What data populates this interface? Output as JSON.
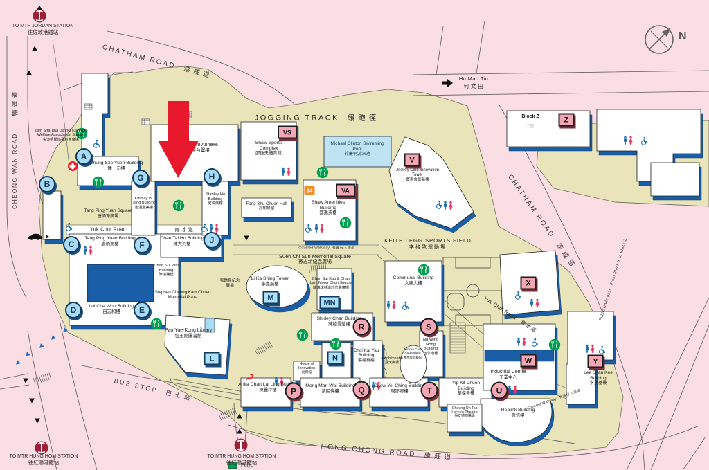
{
  "compass": {
    "n": "N"
  },
  "annotations": {
    "arrow": "location-pointer"
  },
  "legend": {
    "item1": "PolyU"
  },
  "stations": {
    "jordan": {
      "en": "TO MTR JORDAN STATION",
      "zh": "往佐敦港鐵站"
    },
    "hung_hom": {
      "en": "TO MTR HUNG HOM STATION",
      "zh": "往紅磡港鐵站"
    }
  },
  "roads": {
    "chatham": {
      "en": "CHATHAM ROAD",
      "zh": "漆咸道"
    },
    "cheong_wan": {
      "en": "CHEONG WAN ROAD",
      "zh": "暢運道"
    },
    "hong_chong": {
      "en": "HONG CHONG ROAD",
      "zh": "康莊道"
    },
    "yuk_choi": {
      "en": "Yuk Choi Road",
      "zh": "育才道"
    },
    "jogging_track": {
      "en": "JOGGING TRACK",
      "zh": "緩跑徑"
    },
    "bus_stop": {
      "en": "BUS STOP",
      "zh": "巴士站"
    },
    "ho_man_tin": {
      "en": "Ho Man Tin",
      "zh": "何 文 田"
    },
    "covered_walkway": {
      "en": "Covered Walkway",
      "zh": "有蓋行人通道"
    },
    "public_underpass": {
      "l1": "Public Underpass",
      "l2": "From Block Y to Block Z"
    }
  },
  "places": {
    "keith_legg": {
      "en": "KEITH LEGG SPORTS FIELD",
      "zh": "李格致運動場"
    },
    "tsim_sha_tsui_square": {
      "en": "Tsim Sha Tsui District Kai Fong Welfare Association Square",
      "zh": "尖沙咀街坊福利會廣場"
    },
    "tang_ping_yuan_square": {
      "en": "Tang Ping Yuan Square",
      "zh": "唐炳源廣場"
    },
    "suen_chi_sun": {
      "en": "Suen Chi Sun Memorial Square",
      "zh": "孫志新紀念廣場"
    },
    "chan_sui_kau": {
      "l1": "Chan Sui Kau & Chan",
      "l2": "Lam Moon Chun Square",
      "zh": "陳瑞球林滿珍伉儷廣場"
    },
    "stephen_cheong": {
      "en": "Stephen Cheong Kam Chuen Memorial Plaza",
      "zh": "張鑑泉紀念廣場"
    },
    "amphitheatre": {
      "en": "Amphitheatre",
      "zh": "露天廣場"
    }
  },
  "buildings": {
    "gh_podium": {
      "en": "GH Podium Annexe",
      "zh": "GH 平台翼樓"
    },
    "chung_sze_yuen": {
      "en": "Chung Sze Yuen Building",
      "zh": "鍾士元樓"
    },
    "kinmay_w_tang": {
      "en": "Kinmay W. Tang Building",
      "zh": "唐溫金美樓"
    },
    "stanley_ho": {
      "en": "Stanley Ho Building",
      "zh": "何鴻燊樓"
    },
    "tang_ping_yuan": {
      "en": "Tang Ping Yuan Building",
      "zh": "唐炳源樓"
    },
    "chan_tai_ho": {
      "en": "Chan Tai Ho Building",
      "zh": "陳大河樓"
    },
    "chan_sui_wai": {
      "en": "Chan Sui Wai Building",
      "zh": "陳瑞槐樓"
    },
    "lui_che_woo": {
      "en": "Lui Che Woo Building",
      "zh": "呂志和樓"
    },
    "shaw_sports": {
      "en": "Shaw Sports Complex",
      "zh": "邵逸夫體育館"
    },
    "michael_clinton": {
      "en": "Michael Clinton Swimming Pool",
      "zh": "祁廉桐游泳池"
    },
    "fong_shu_chuen": {
      "en": "Fong Shu Chuen Hall",
      "zh": "方樹泉堂"
    },
    "shaw_amenities": {
      "en": "Shaw Amenities Building",
      "zh": "邵逸夫樓"
    },
    "jockey_club_innovation": {
      "en": "Jockey Club Innovation Tower",
      "zh": "賽馬會創新樓"
    },
    "block_z": {
      "en": "Block Z",
      "zh": "Z座"
    },
    "communal": {
      "en": "Communal Building",
      "zh": "文康大樓"
    },
    "li_ka_shing": {
      "en": "Li Ka Shing Tower",
      "zh": "李嘉誠樓"
    },
    "shirley_chan": {
      "en": "Shirley Chan Building",
      "zh": "陳鮑雪瑩樓"
    },
    "choi_kai_yau": {
      "en": "Choi Kai Yau Building",
      "zh": "蔡繼有樓"
    },
    "house_of_innovation": {
      "en": "House of Innovation",
      "zh": "創新館"
    },
    "jockey_club_auditorium": {
      "en": "Jockey Club Auditorium",
      "zh": "賽馬會綜藝館"
    },
    "ng_wing_hong": {
      "en": "Ng Wing Hong Building",
      "zh": "伍永康樓"
    },
    "mong_man_wai": {
      "en": "Mong Man Wai Building",
      "zh": "蒙民偉樓"
    },
    "anita_chan": {
      "en": "Anita Chan Lai Ling Building",
      "zh": "陳麗玲樓"
    },
    "chow_yei_ching": {
      "en": "Chow Yei Ching Building",
      "zh": "周亦卿樓"
    },
    "yip_kit_chuen": {
      "en": "Yip Kit Chuen Building",
      "zh": "葉傑全樓"
    },
    "industrial_centre": {
      "en": "Industrial Centre",
      "zh": "工業中心"
    },
    "realink": {
      "en": "Realink Building",
      "zh": "滙信樓"
    },
    "cheung_on_tak": {
      "en": "Cheung On Tak Lecture Theatre",
      "zh": "張安德演講廳"
    },
    "lee_shau_kee": {
      "en": "Lee Shau Kee Building",
      "zh": "李兆基樓"
    },
    "pao_yue_kong": {
      "en": "Pao Yue-Kong Library",
      "zh": "包玉剛圖書館"
    }
  },
  "cores": {
    "A": "A",
    "B": "B",
    "C": "C",
    "D": "D",
    "E": "E",
    "F": "F",
    "G": "G",
    "H": "H",
    "J": "J",
    "L": "L",
    "M": "M",
    "MN": "MN",
    "N": "N",
    "P": "P",
    "Q": "Q",
    "R": "R",
    "S": "S",
    "T": "T",
    "U": "U",
    "V": "V",
    "VA": "VA",
    "VS": "VS",
    "W": "W",
    "X": "X",
    "Y": "Y",
    "Z": "Z"
  },
  "icons": {
    "restaurant": "fork-knife-green-circle",
    "toilets_men": "male-figure-blue",
    "toilets_women": "female-figure-red",
    "accessible": "wheelchair-blue",
    "first_aid": "red-cross-circle",
    "mtr": "mtr-logo-crimson-circle",
    "open_24h": "24",
    "car_park": "car-black",
    "compass": "north-arrow-circle",
    "direction_arrow": "solid-triangle"
  },
  "colors": {
    "campus": "#e9e4ba",
    "road_pink": "#fbdde4",
    "building_blue": "#1b5ea8",
    "badge_blue": "#a9dbf5",
    "badge_pink": "#f3a6b3",
    "pool": "#bfe3f2",
    "restaurant_green": "#009e4f",
    "mtr_red": "#9c2138",
    "arrow_red": "#e8192c",
    "orange_24": "#f68b1f"
  }
}
